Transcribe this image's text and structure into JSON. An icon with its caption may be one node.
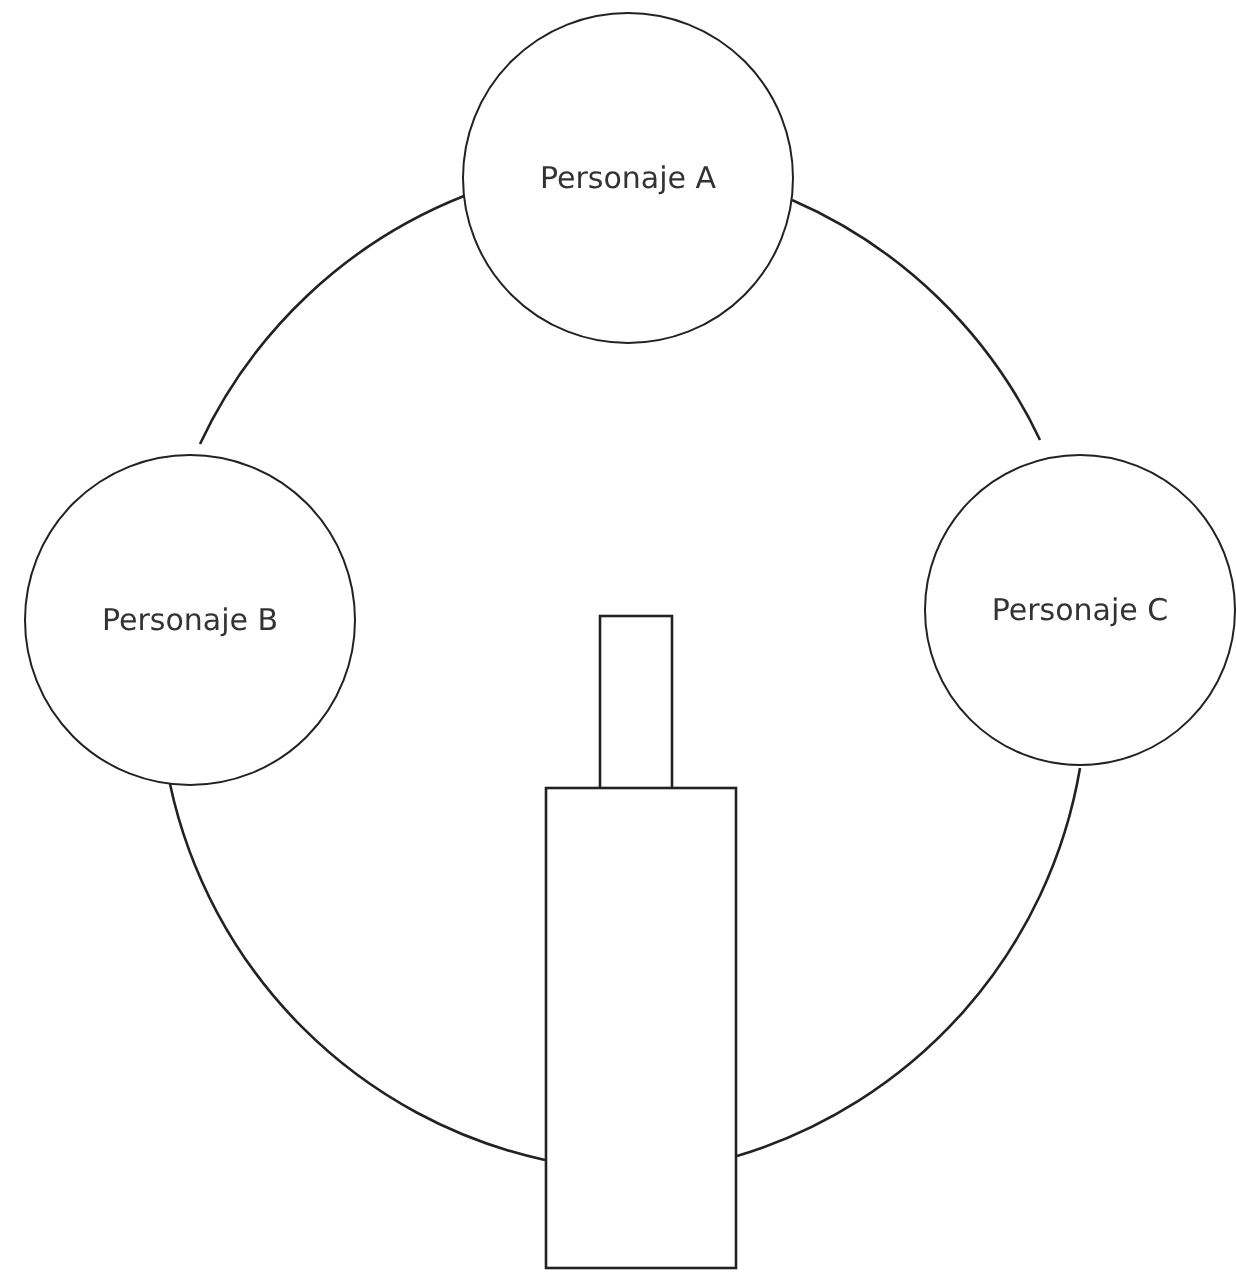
{
  "diagram": {
    "nodes": [
      {
        "text": [
          "Personaje A"
        ]
      },
      {
        "text": [
          "Personaje B"
        ]
      },
      {
        "text": [
          "Personaje C"
        ]
      },
      {
        "text": [],
        "shape": "bottle"
      }
    ],
    "edges": [
      {
        "from": 0,
        "to": 1,
        "arrow": "none"
      },
      {
        "from": 0,
        "to": 2,
        "arrow": "none"
      },
      {
        "from": 1,
        "to": 3,
        "arrow": "none"
      },
      {
        "from": 2,
        "to": 3,
        "arrow": "none"
      }
    ]
  }
}
